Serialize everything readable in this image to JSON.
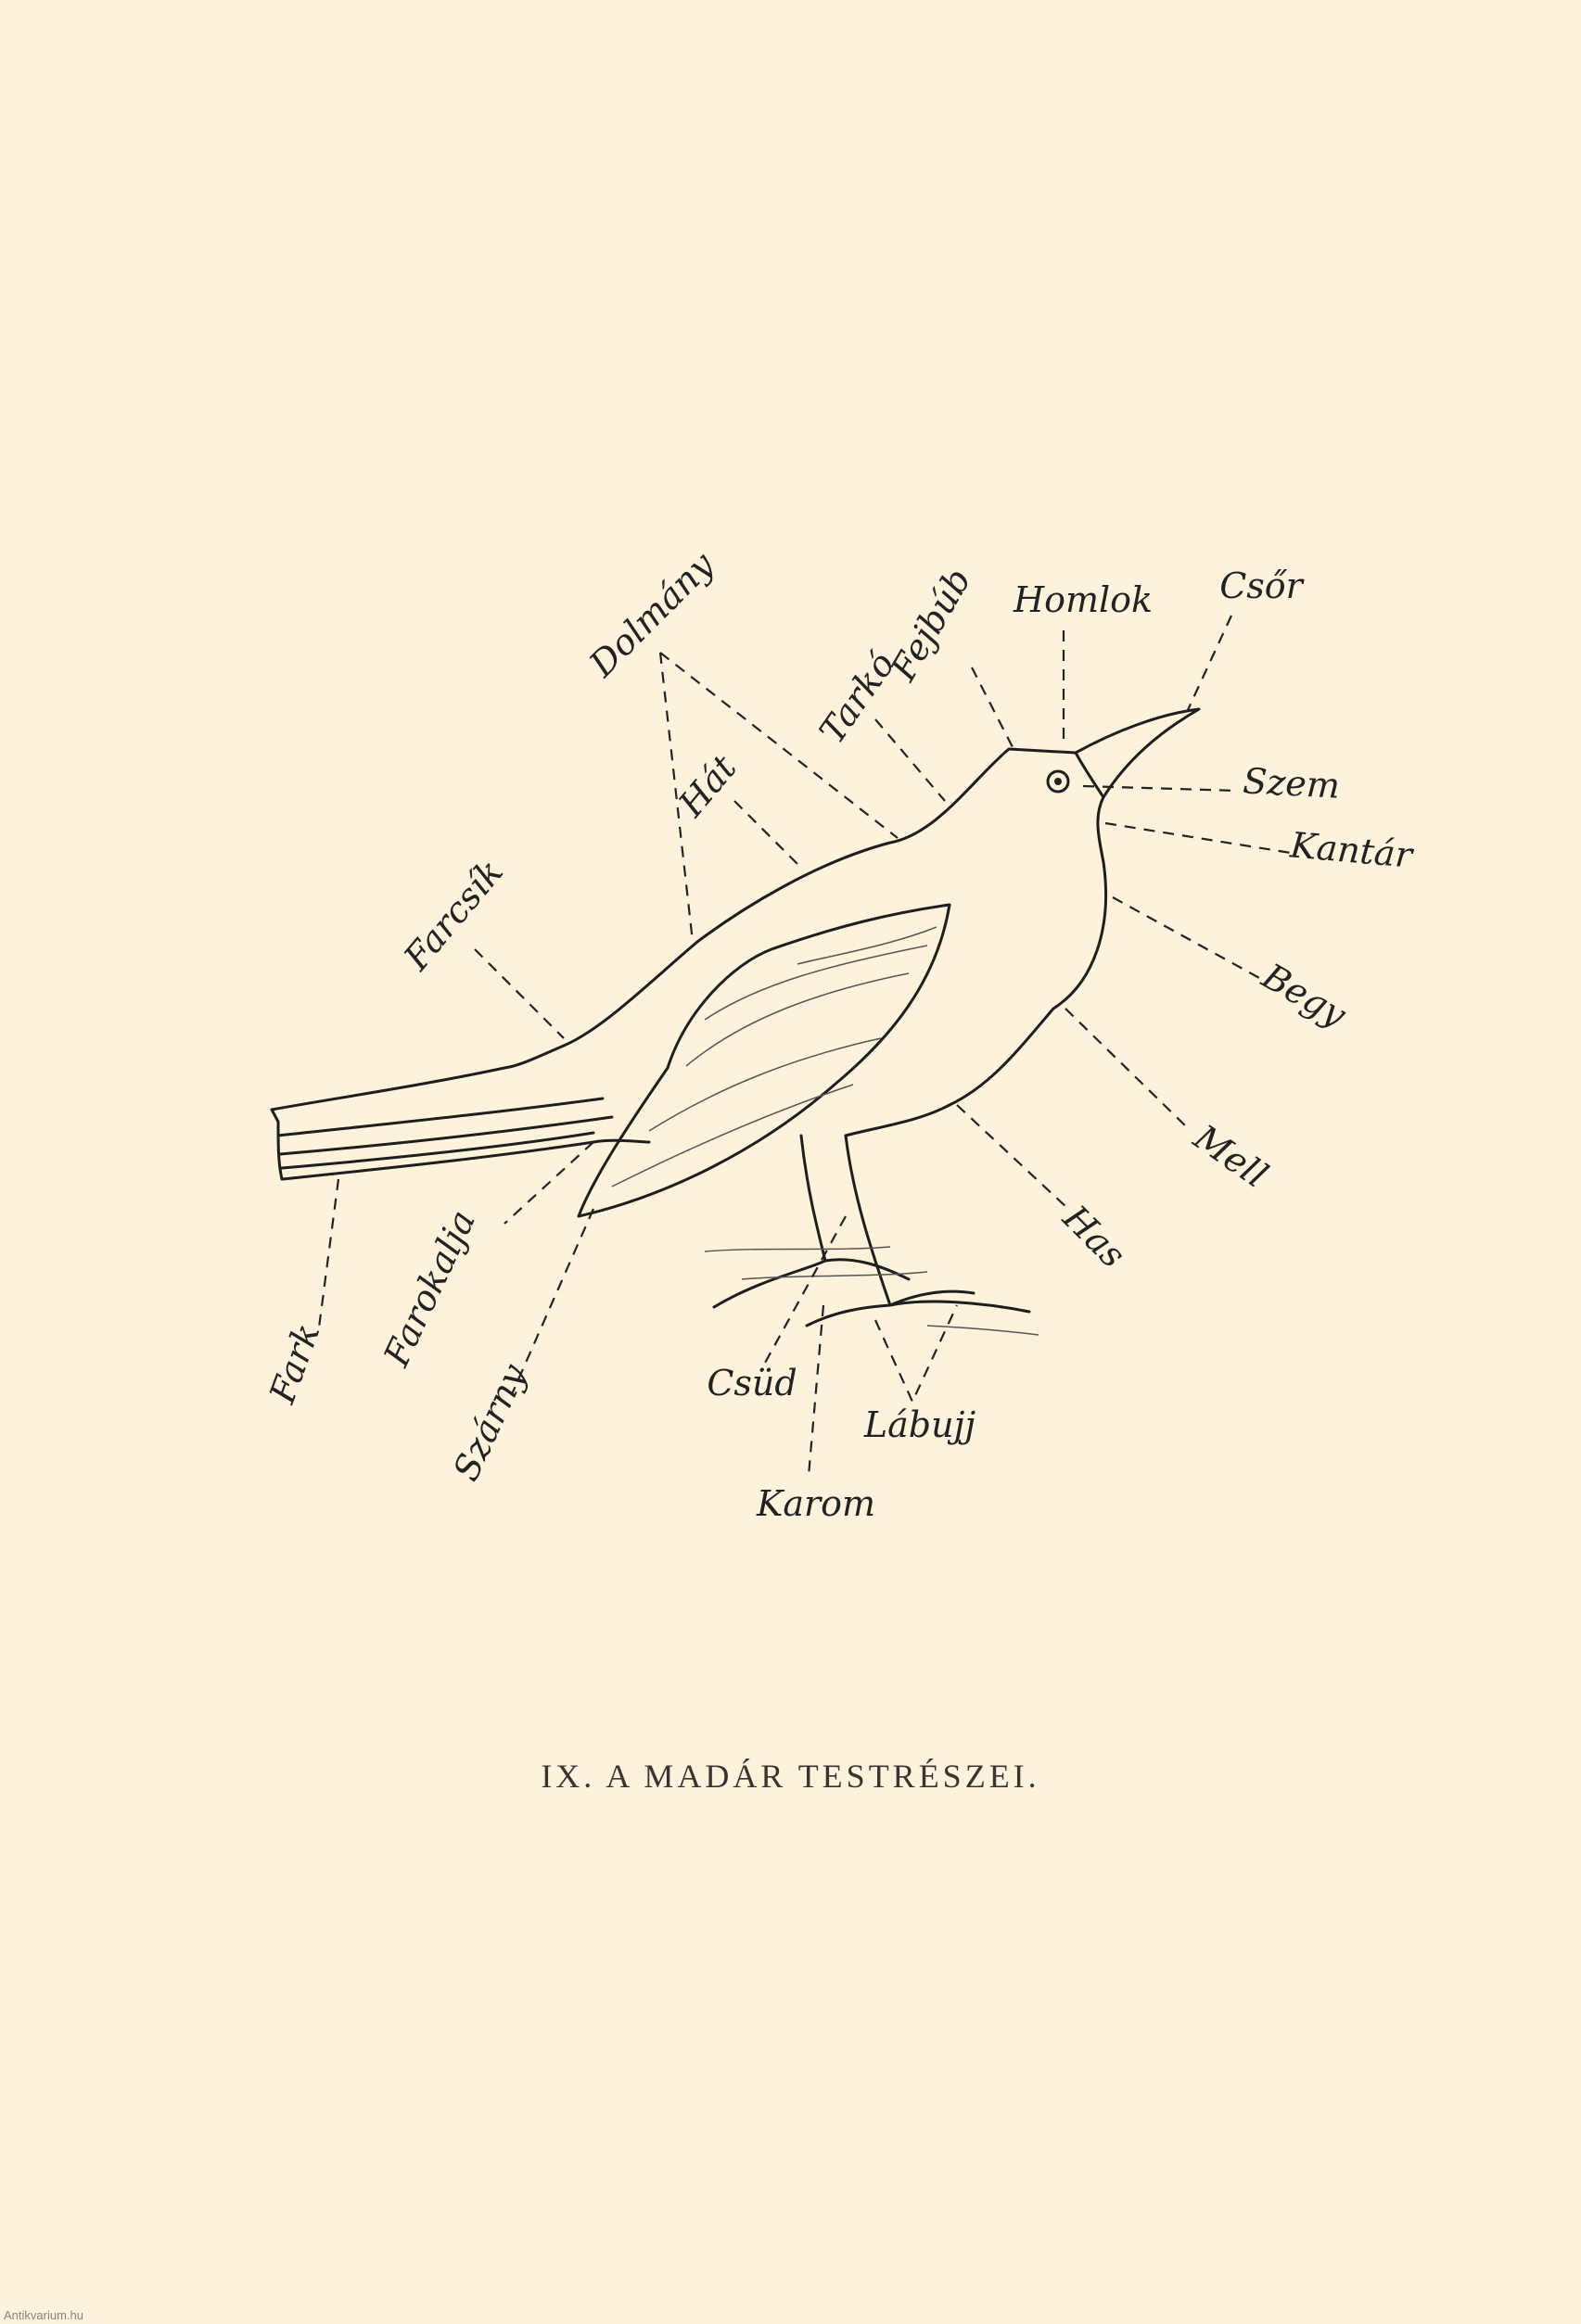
{
  "plate_title": "IX. A MADÁR TESTRÉSZEI.",
  "watermark": "Antikvarium.hu",
  "labels": {
    "dolmany": "Dolmány",
    "hat": "Hát",
    "tarko": "Tarkó",
    "fejbub": "Fejbúb",
    "homlok": "Homlok",
    "csor": "Csőr",
    "szem": "Szem",
    "kantar": "Kantár",
    "begy": "Begy",
    "mell": "Mell",
    "has": "Has",
    "farcsik": "Farcsík",
    "fark": "Fark",
    "farokalja": "Farokalja",
    "szarny": "Szárny",
    "csud": "Csüd",
    "labujj": "Lábujj",
    "karom": "Karom"
  }
}
